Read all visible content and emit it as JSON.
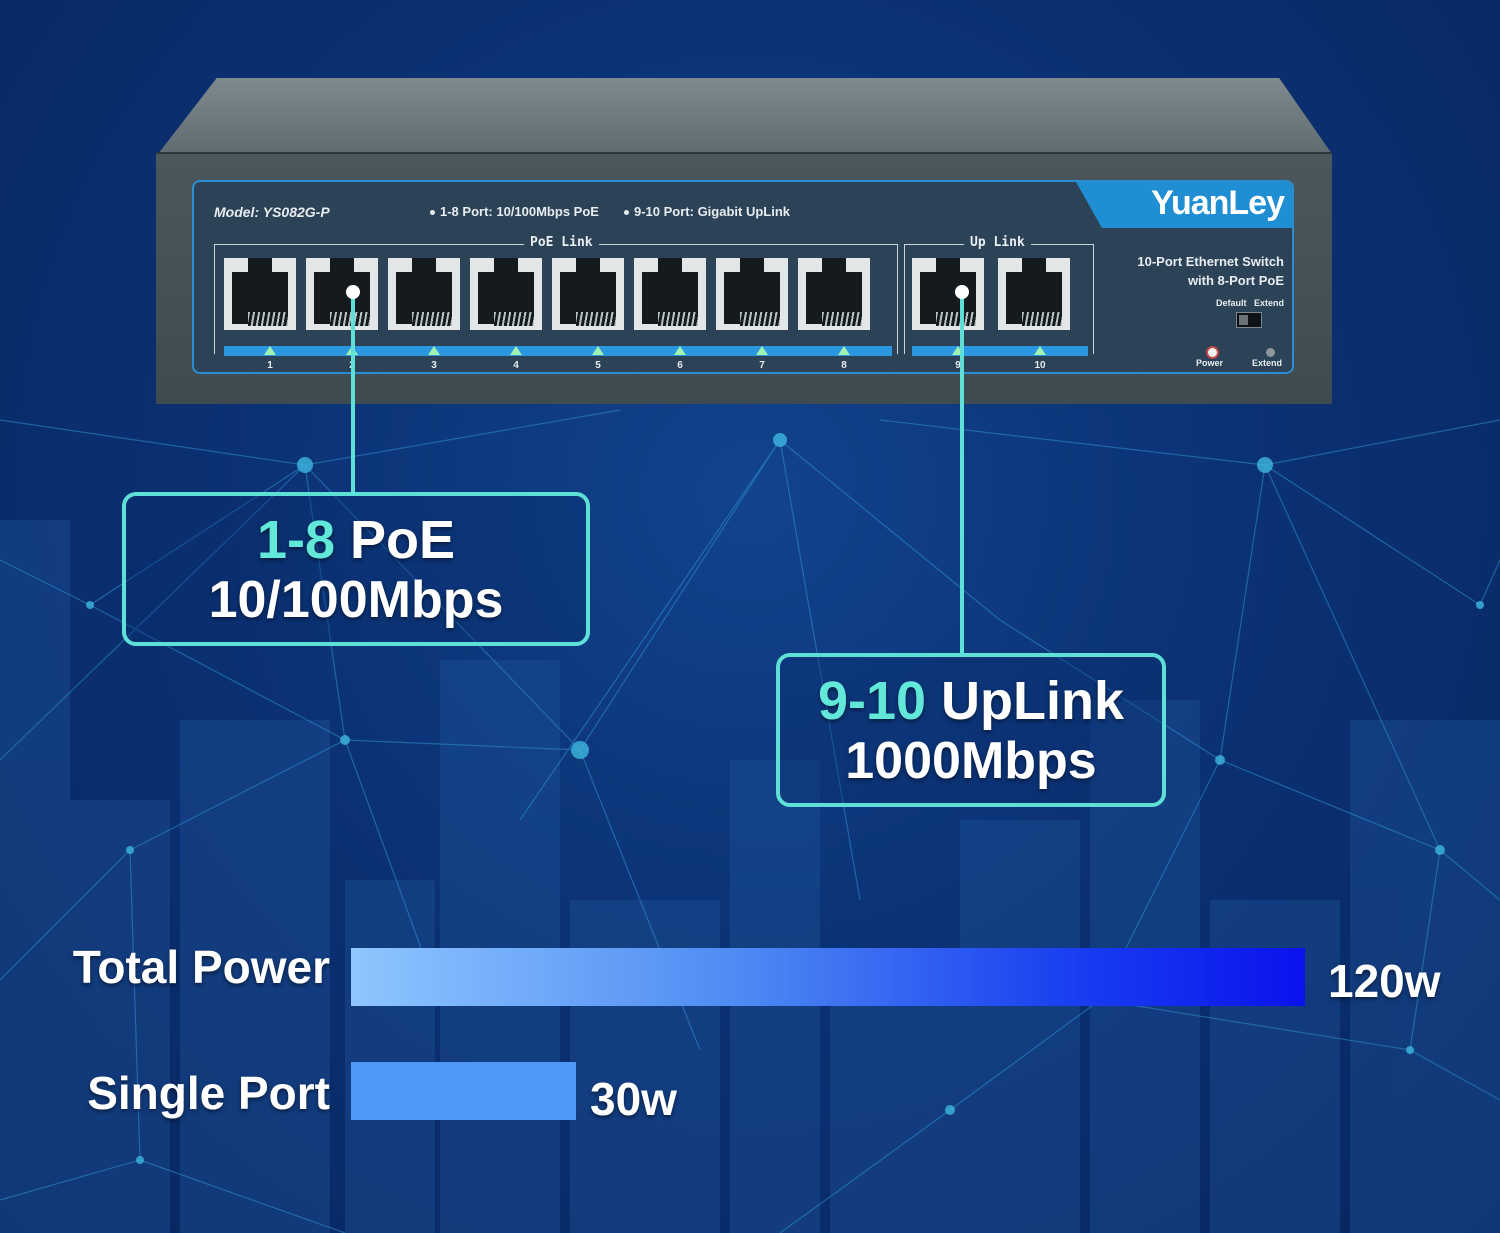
{
  "product": {
    "brand": "YuanLey",
    "model": "Model: YS082G-P",
    "spec_poe": "1-8 Port: 10/100Mbps PoE",
    "spec_uplink": "9-10 Port: Gigabit UpLink",
    "desc_line1": "10-Port Ethernet Switch",
    "desc_line2": "with 8-Port PoE",
    "poe_group_title": "PoE Link",
    "uplink_group_title": "Up Link",
    "ports": [
      "1",
      "2",
      "3",
      "4",
      "5",
      "6",
      "7",
      "8",
      "9",
      "10"
    ],
    "switch_labels": {
      "default": "Default",
      "extend": "Extend"
    },
    "indicators": {
      "power": "Power",
      "extend": "Extend"
    },
    "colors": {
      "panel_accent": "#2a8fd0",
      "led": "#9ff2b0",
      "power_led": "#e05a5a"
    }
  },
  "callouts": {
    "poe": {
      "range": "1-8",
      "title": "PoE",
      "speed": "10/100Mbps"
    },
    "uplink": {
      "range": "9-10",
      "title": "UpLink",
      "speed": "1000Mbps"
    },
    "accent_color": "#5fe0d6"
  },
  "power": {
    "max": 120,
    "bars": [
      {
        "label": "Total Power",
        "value_text": "120w",
        "value": 120
      },
      {
        "label": "Single Port",
        "value_text": "30w",
        "value": 30
      }
    ]
  }
}
